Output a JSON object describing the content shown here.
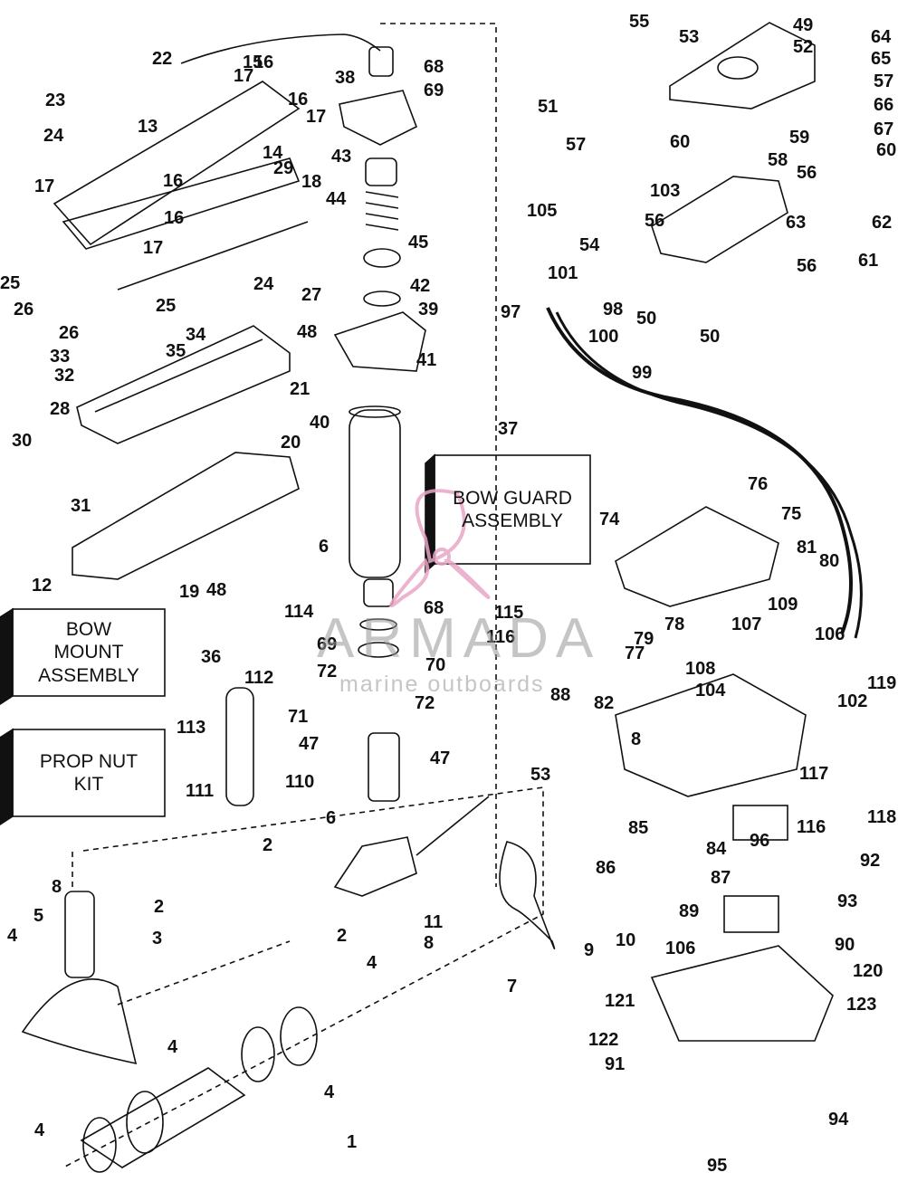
{
  "boxes": {
    "bow_guard": "BOW GUARD\nASSEMBLY",
    "bow_mount": "BOW\nMOUNT\nASSEMBLY",
    "prop_nut": "PROP NUT\nKIT"
  },
  "watermark": {
    "name": "ARMADA",
    "tagline": "marine outboards",
    "color": "#e9a6c6"
  },
  "callouts": [
    "1",
    "2",
    "2",
    "2",
    "3",
    "4",
    "4",
    "4",
    "4",
    "4",
    "5",
    "6",
    "6",
    "7",
    "8",
    "8",
    "8",
    "9",
    "10",
    "11",
    "12",
    "13",
    "14",
    "15",
    "16",
    "16",
    "16",
    "16",
    "17",
    "17",
    "17",
    "17",
    "18",
    "19",
    "20",
    "21",
    "22",
    "23",
    "24",
    "24",
    "25",
    "25",
    "26",
    "26",
    "27",
    "28",
    "29",
    "30",
    "31",
    "32",
    "33",
    "34",
    "35",
    "36",
    "37",
    "38",
    "39",
    "40",
    "41",
    "42",
    "43",
    "44",
    "45",
    "47",
    "47",
    "48",
    "48",
    "49",
    "50",
    "50",
    "51",
    "52",
    "53",
    "53",
    "54",
    "55",
    "56",
    "56",
    "56",
    "57",
    "57",
    "58",
    "59",
    "60",
    "60",
    "61",
    "62",
    "63",
    "64",
    "65",
    "66",
    "67",
    "68",
    "68",
    "69",
    "69",
    "70",
    "71",
    "72",
    "72",
    "74",
    "75",
    "76",
    "77",
    "78",
    "79",
    "80",
    "81",
    "82",
    "84",
    "85",
    "86",
    "87",
    "88",
    "89",
    "90",
    "91",
    "92",
    "93",
    "94",
    "95",
    "96",
    "97",
    "98",
    "99",
    "100",
    "101",
    "102",
    "103",
    "104",
    "105",
    "106",
    "106",
    "107",
    "108",
    "109",
    "110",
    "111",
    "112",
    "113",
    "114",
    "115",
    "116",
    "116",
    "117",
    "118",
    "119",
    "120",
    "121",
    "122",
    "123"
  ]
}
